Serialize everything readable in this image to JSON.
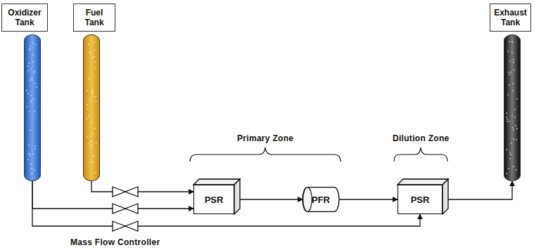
{
  "diagram": {
    "nodes": [
      {
        "text": [
          "Oxidizer Tank"
        ]
      },
      {
        "text": [
          "Fuel Tank"
        ]
      },
      {
        "text": [
          "PSR"
        ]
      },
      {
        "text": [
          "PFR"
        ]
      },
      {
        "text": [
          "PSR"
        ]
      },
      {
        "text": [
          "Exhaust Tank"
        ]
      }
    ],
    "edges": [
      {
        "from": 0,
        "to": 2,
        "arrow": "to"
      },
      {
        "from": 1,
        "to": 2,
        "arrow": "to"
      },
      {
        "from": 0,
        "to": 4,
        "arrow": "to"
      },
      {
        "from": 2,
        "to": 3,
        "arrow": "to"
      },
      {
        "from": 3,
        "to": 4,
        "arrow": "to"
      },
      {
        "from": 4,
        "to": 5,
        "arrow": "to"
      }
    ],
    "labels": [
      "Primary Zone",
      "Dilution Zone",
      "Mass Flow Controller"
    ]
  }
}
